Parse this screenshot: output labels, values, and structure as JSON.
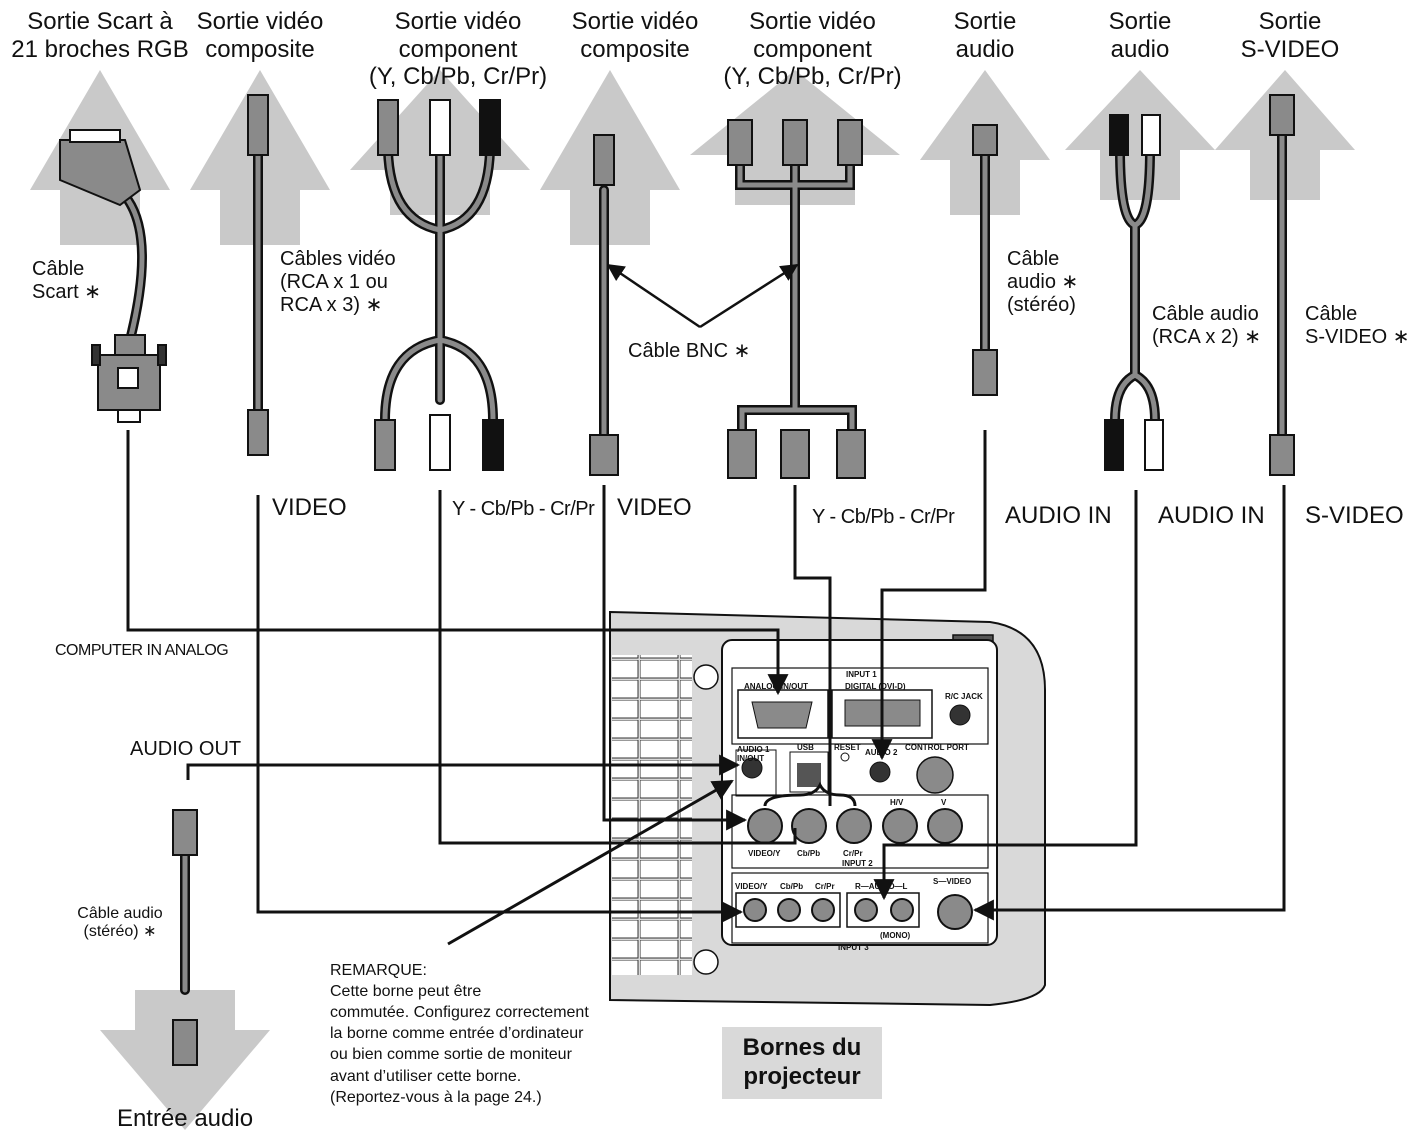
{
  "sources": [
    {
      "line1": "Sortie Scart à",
      "line2": "21 broches RGB"
    },
    {
      "line1": "Sortie vidéo",
      "line2": "composite"
    },
    {
      "line1": "Sortie vidéo",
      "line2": "component",
      "line3": "(Y, Cb/Pb, Cr/Pr)"
    },
    {
      "line1": "Sortie vidéo",
      "line2": "composite"
    },
    {
      "line1": "Sortie vidéo",
      "line2": "component",
      "line3": "(Y, Cb/Pb, Cr/Pr)"
    },
    {
      "line1": "Sortie",
      "line2": "audio"
    },
    {
      "line1": "Sortie",
      "line2": "audio"
    },
    {
      "line1": "Sortie",
      "line2": "S-VIDEO"
    }
  ],
  "cables": {
    "scart": {
      "line1": "Câble",
      "line2": "Scart ∗"
    },
    "video": {
      "line1": "Câbles vidéo",
      "line2": "(RCA x 1 ou",
      "line3": "RCA x 3) ∗"
    },
    "bnc": "Câble BNC ∗",
    "audio_stereo": {
      "line1": "Câble",
      "line2": "audio ∗",
      "line3": "(stéréo)"
    },
    "audio_rca": {
      "line1": "Câble audio",
      "line2": "(RCA x 2) ∗"
    },
    "svideo": {
      "line1": "Câble",
      "line2": "S-VIDEO ∗"
    },
    "audio_out": {
      "line1": "Câble audio",
      "line2": "(stéréo) ∗"
    }
  },
  "signals": {
    "video1": "VIDEO",
    "ycbcr1": "Y - Cb/Pb - Cr/Pr",
    "video2": "VIDEO",
    "ycbcr2": "Y - Cb/Pb - Cr/Pr",
    "audio_in1": "AUDIO IN",
    "audio_in2": "AUDIO IN",
    "svideo": "S-VIDEO"
  },
  "ports": {
    "computer_in": "COMPUTER IN ANALOG",
    "audio_out": "AUDIO OUT"
  },
  "destination": "Entrée audio",
  "note": {
    "title": "REMARQUE:",
    "lines": [
      "Cette borne peut être",
      "commutée. Configurez correctement",
      "la borne comme entrée d’ordinateur",
      "ou bien comme sortie de moniteur",
      "avant d’utiliser cette borne.",
      "(Reportez-vous à la page 24.)"
    ]
  },
  "terminal_title": {
    "line1": "Bornes du",
    "line2": "projecteur"
  },
  "panel": {
    "input1": "INPUT 1",
    "analog": "ANALOG IN/OUT",
    "digital": "DIGITAL (DVI-D)",
    "rcjack": "R/C JACK",
    "audio1_a": "AUDIO 1",
    "audio1_b": "IN/OUT",
    "usb": "USB",
    "reset": "RESET",
    "audio2": "AUDIO 2",
    "control": "CONTROL PORT",
    "hv": "H/V",
    "v": "V",
    "videoy": "VIDEO/Y",
    "cbpb": "Cb/Pb",
    "crpr": "Cr/Pr",
    "input2": "INPUT 2",
    "in3_videoy": "VIDEO/Y",
    "in3_cbpb": "Cb/Pb",
    "in3_crpr": "Cr/Pr",
    "raudiol": "R—AUDIO—L",
    "svideo": "S—VIDEO",
    "mono": "(MONO)",
    "input3": "INPUT 3"
  }
}
